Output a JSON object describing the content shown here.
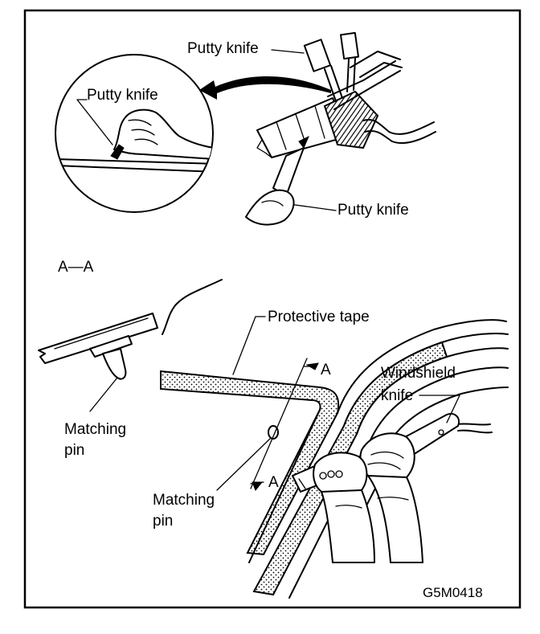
{
  "figure": {
    "code": "G5M0418",
    "top": {
      "putty_knife_upper": "Putty knife",
      "putty_knife_detail": "Putty knife",
      "putty_knife_lower": "Putty knife"
    },
    "section_label": "A—A",
    "bottom": {
      "protective_tape": "Protective tape",
      "section_marker_upper": "A",
      "section_marker_lower": "A",
      "windshield_knife_line1": "Windshield",
      "windshield_knife_line2": "knife",
      "matching_pin_left_line1": "Matching",
      "matching_pin_left_line2": "pin",
      "matching_pin_mid_line1": "Matching",
      "matching_pin_mid_line2": "pin"
    }
  }
}
